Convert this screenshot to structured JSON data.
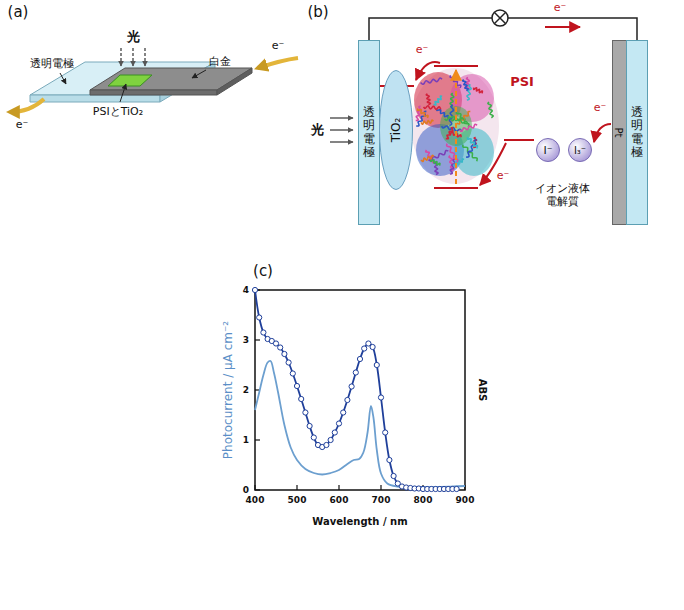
{
  "diagram": {
    "nodes": [
      {
        "text": [
          "透明電極"
        ]
      },
      {
        "text": [
          "TiO₂"
        ]
      },
      {
        "text": [
          "I⁻"
        ]
      },
      {
        "text": [
          "I₃⁻"
        ]
      },
      {
        "text": [
          "Pt"
        ]
      },
      {
        "text": [
          "透明電極"
        ]
      }
    ],
    "labels": [
      "(a)",
      "光",
      "透明電極",
      "白金",
      "PSIとTiO₂",
      "e⁻",
      "e⁻",
      "(b)",
      "光",
      "e⁻",
      "PSI",
      "e⁻",
      "e⁻",
      "e⁻",
      "イオン液体電解質",
      "(c)",
      "Photocurrent / μA cm⁻²",
      "ABS",
      "Wavelength / nm",
      "0",
      "1",
      "2",
      "3",
      "4",
      "400",
      "500",
      "600",
      "700",
      "800",
      "900"
    ]
  }
}
